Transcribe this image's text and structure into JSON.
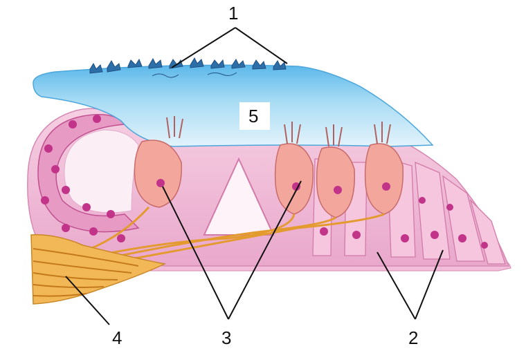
{
  "labels": {
    "l1": "1",
    "l2": "2",
    "l3": "3",
    "l4": "4",
    "l5": "5"
  },
  "colors": {
    "membrane": "#6fc4ee",
    "membrane_light": "#cfeaf8",
    "cell_pink": "#f3c3dd",
    "nucleus": "#c2338a",
    "hair_cell": "#f2a09a",
    "nerve": "#e8a23a",
    "bone": "#f0b04a"
  }
}
